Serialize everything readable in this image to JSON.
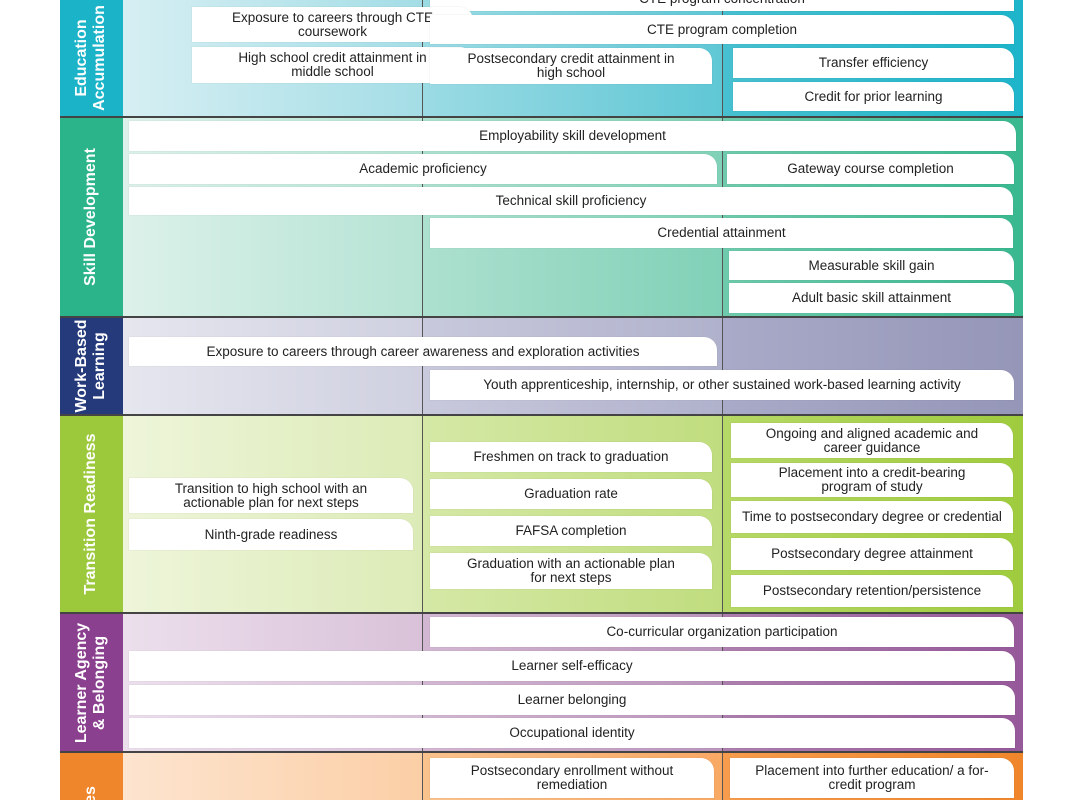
{
  "rows": {
    "education": {
      "label": "Education Accumulation",
      "items": {
        "cte_concentration": "CTE program concentration",
        "exposure_cte": "Exposure to careers through CTE coursework",
        "cte_completion": "CTE program completion",
        "hs_credit_ms": "High school credit attainment in middle school",
        "ps_credit_hs": "Postsecondary credit attainment in high school",
        "transfer": "Transfer efficiency",
        "prior_learning": "Credit for prior learning"
      }
    },
    "skill": {
      "label": "Skill Development",
      "items": {
        "employability": "Employability skill development",
        "academic": "Academic proficiency",
        "gateway": "Gateway course completion",
        "technical": "Technical skill proficiency",
        "credential": "Credential attainment",
        "measurable": "Measurable skill gain",
        "adult_basic": "Adult basic skill attainment"
      }
    },
    "wbl": {
      "label": "Work-Based Learning",
      "items": {
        "exposure_activities": "Exposure to careers through career awareness and exploration activities",
        "apprenticeship": "Youth apprenticeship, internship, or other sustained work-based learning activity"
      }
    },
    "transition": {
      "label": "Transition Readiness",
      "items": {
        "transition_hs": "Transition to high school with an actionable plan for next steps",
        "ninth_grade": "Ninth-grade readiness",
        "freshmen": "Freshmen on track to graduation",
        "grad_rate": "Graduation rate",
        "fafsa": "FAFSA completion",
        "grad_plan": "Graduation with an actionable plan for next steps",
        "guidance": "Ongoing and aligned academic and career guidance",
        "placement_credit": "Placement into a credit-bearing program of study",
        "time_degree": "Time to postsecondary degree or credential",
        "ps_degree": "Postsecondary degree attainment",
        "retention": "Postsecondary retention/persistence"
      }
    },
    "agency": {
      "label": "Learner Agency & Belonging",
      "items": {
        "cocurricular": "Co-curricular organization participation",
        "self_efficacy": "Learner self-efficacy",
        "belonging": "Learner belonging",
        "occupational": "Occupational identity"
      }
    },
    "outcomes": {
      "label": "es",
      "items": {
        "enrollment": "Postsecondary enrollment without remediation",
        "further_ed": "Placement into further education/ a for-credit program"
      }
    }
  },
  "colors": {
    "education": "#1bb3c8",
    "skill": "#2bb38a",
    "wbl": "#243a7a",
    "transition": "#9cc83c",
    "agency": "#8a3f8f",
    "outcomes": "#f0862b"
  }
}
